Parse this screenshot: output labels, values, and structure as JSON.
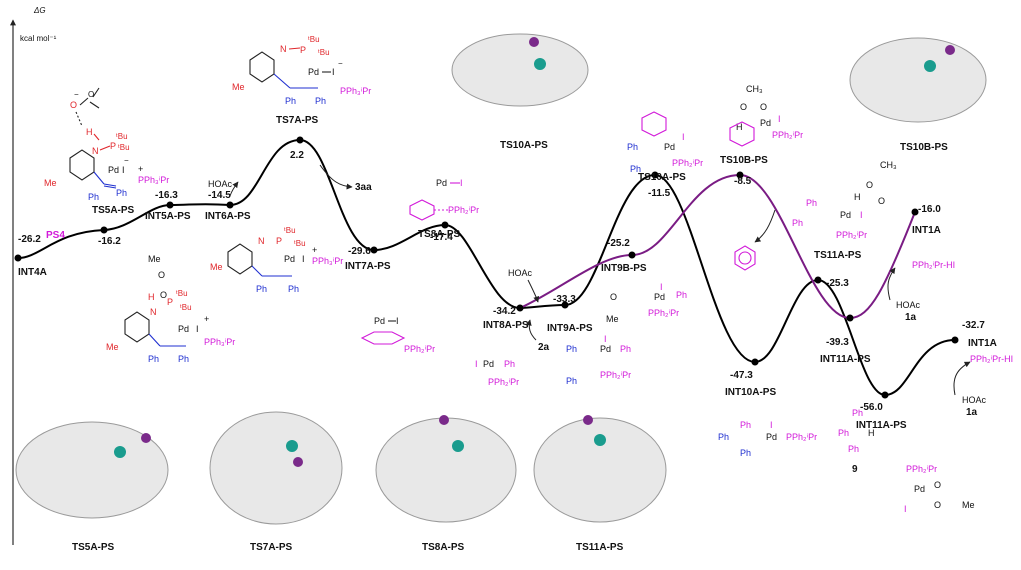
{
  "axis": {
    "title": "ΔG",
    "unit": "kcal mol⁻¹"
  },
  "states": [
    {
      "id": "INT4A",
      "label": "INT4A",
      "energy": "-26.2"
    },
    {
      "id": "TS5A",
      "label": "TS5A-PS",
      "energy": "-16.2"
    },
    {
      "id": "INT5A",
      "label": "INT5A-PS",
      "energy": "-16.3"
    },
    {
      "id": "INT6A",
      "label": "INT6A-PS",
      "energy": "-14.5"
    },
    {
      "id": "TS7A",
      "label": "TS7A-PS",
      "energy": "2.2"
    },
    {
      "id": "INT7A",
      "label": "INT7A-PS",
      "energy": "-29.6"
    },
    {
      "id": "TS8A",
      "label": "TS8A-PS",
      "energy": "-17.4"
    },
    {
      "id": "INT8A",
      "label": "INT8A-PS",
      "energy": "-34.2"
    },
    {
      "id": "INT9A",
      "label": "INT9A-PS",
      "energy": "-33.3"
    },
    {
      "id": "TS10A",
      "label": "TS10A-PS",
      "energy": "-11.5"
    },
    {
      "id": "INT10A",
      "label": "INT10A-PS",
      "energy": "-47.3"
    },
    {
      "id": "TS11A",
      "label": "TS11A-PS",
      "energy": "-25.3"
    },
    {
      "id": "INT11A",
      "label": "INT11A-PS",
      "energy": "-56.0"
    },
    {
      "id": "INT1A_a",
      "label": "INT1A",
      "energy": "-16.0"
    },
    {
      "id": "INT1A_b",
      "label": "INT1A",
      "energy": "-32.7"
    },
    {
      "id": "INT9B",
      "label": "INT9B-PS",
      "energy": "-25.2"
    },
    {
      "id": "TS10B",
      "label": "TS10B-PS",
      "energy": "-8.5"
    },
    {
      "id": "INT11A_B",
      "label": "INT11A-PS",
      "energy": "-39.3"
    }
  ],
  "path_labels": {
    "ps4": "PS4",
    "hoac": "HOAc",
    "product_3aa": "3aa",
    "reagent_2a": "2a",
    "reagent_1a": "1a",
    "product_9": "9",
    "pph2ipr_hi": "PPh₂ⁱPr-HI"
  },
  "structure_labels": {
    "ts10a_top": "TS10A-PS",
    "ts10b_top": "TS10B-PS",
    "ts5a_3d": "TS5A-PS",
    "ts7a_3d": "TS7A-PS",
    "ts8a_3d": "TS8A-PS",
    "ts11a_3d": "TS11A-PS"
  },
  "chem_text": {
    "me": "Me",
    "n": "N",
    "p": "P",
    "tbu": "ᵗBu",
    "pd": "Pd",
    "i": "I",
    "ph": "Ph",
    "o": "O",
    "h": "H",
    "ch3": "CH₃",
    "ipr_ph3": "PPh₃ⁱPr",
    "ipr_ph2": "PPh₂ⁱPr",
    "plus": "+",
    "minus": "−"
  },
  "colors": {
    "pathA": "#000000",
    "pathB": "#7a1c84",
    "red": "#e0262b",
    "magenta": "#d21ad9",
    "blue": "#1f2fd0"
  }
}
